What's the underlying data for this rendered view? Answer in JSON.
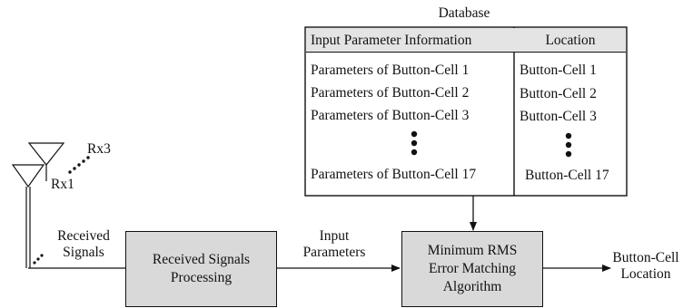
{
  "database": {
    "title": "Database",
    "headers": {
      "params": "Input Parameter Information",
      "location": "Location"
    },
    "rows": [
      {
        "params": "Parameters of Button-Cell 1",
        "location": "Button-Cell 1"
      },
      {
        "params": "Parameters of Button-Cell 2",
        "location": "Button-Cell 2"
      },
      {
        "params": "Parameters of Button-Cell 3",
        "location": "Button-Cell 3"
      }
    ],
    "last_row": {
      "params": "Parameters of Button-Cell 17",
      "location": "Button-Cell 17"
    }
  },
  "antenna": {
    "rx3": "Rx3",
    "rx1": "Rx1"
  },
  "labels": {
    "received_signals": "Received\nSignals",
    "input_parameters": "Input\nParameters",
    "output": "Button-Cell\nLocation"
  },
  "blocks": {
    "processing": "Received Signals\nProcessing",
    "matching": "Minimum RMS\nError Matching\nAlgorithm"
  }
}
